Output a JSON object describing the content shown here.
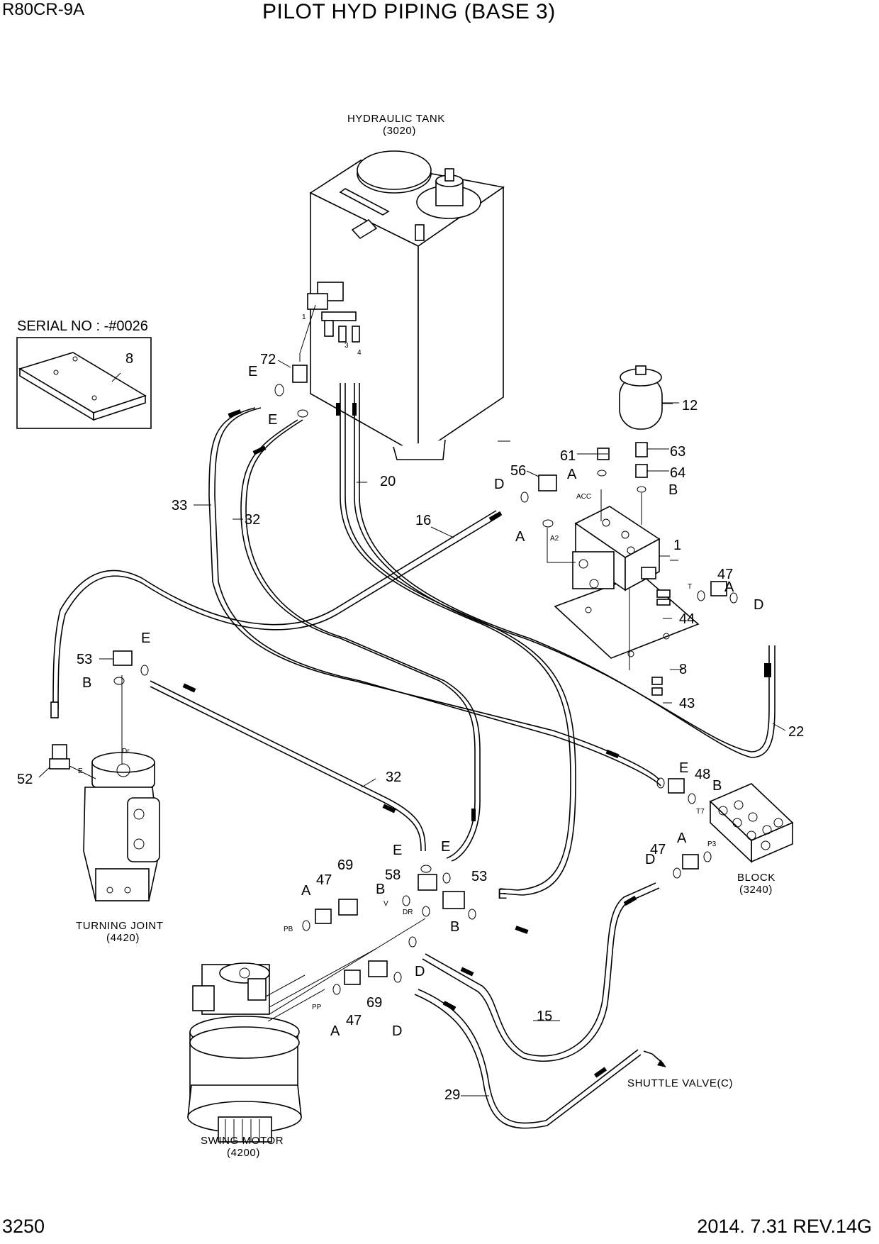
{
  "header": {
    "model": "R80CR-9A",
    "title": "PILOT HYD PIPING (BASE 3)"
  },
  "footer": {
    "page": "3250",
    "revision": "2014. 7.31  REV.14G"
  },
  "serial_box": {
    "text": "SERIAL NO : -#0026",
    "part": "8"
  },
  "components": {
    "hydraulic_tank": {
      "name": "HYDRAULIC TANK",
      "code": "(3020)"
    },
    "turning_joint": {
      "name": "TURNING JOINT",
      "code": "(4420)"
    },
    "swing_motor": {
      "name": "SWING MOTOR",
      "code": "(4200)"
    },
    "block": {
      "name": "BLOCK",
      "code": "(3240)"
    },
    "shuttle_valve": {
      "name": "SHUTTLE VALVE(C)"
    }
  },
  "part_labels": {
    "p1": "1",
    "p8b": "8",
    "p12": "12",
    "p15": "15",
    "p16": "16",
    "p20": "20",
    "p22": "22",
    "p29": "29",
    "p32a": "32",
    "p32b": "32",
    "p33": "33",
    "p43": "43",
    "p44": "44",
    "p47a": "47",
    "p47b": "47",
    "p47c": "47",
    "p47d": "47",
    "p48": "48",
    "p52": "52",
    "p53a": "53",
    "p53b": "53",
    "p56": "56",
    "p58": "58",
    "p61": "61",
    "p63": "63",
    "p64": "64",
    "p69a": "69",
    "p69b": "69",
    "p72": "72"
  },
  "letter_labels": {
    "eTank1": "E",
    "eTank2": "E",
    "dAcc": "D",
    "aAcc1": "A",
    "bAcc": "B",
    "aAcc2": "A",
    "aRight": "A",
    "dRight": "D",
    "eLeft": "E",
    "bLeft": "B",
    "eBlk": "E",
    "bBlk": "B",
    "aBlk": "A",
    "dBlk": "D",
    "eMid": "E",
    "eMid2": "E",
    "bMid": "B",
    "eMid3": "E",
    "bMid2": "B",
    "aMot": "A",
    "dMot1": "D",
    "dMot2": "D",
    "aMot2": "A"
  },
  "port_labels": {
    "acc": "ACC",
    "a2": "A2",
    "t": "T",
    "t7": "T7",
    "p3": "P3",
    "dr": "Dr",
    "e": "E",
    "v": "V",
    "dr2": "DR",
    "pb": "PB",
    "pp": "PP",
    "n1": "1",
    "n3": "3",
    "n4": "4"
  }
}
